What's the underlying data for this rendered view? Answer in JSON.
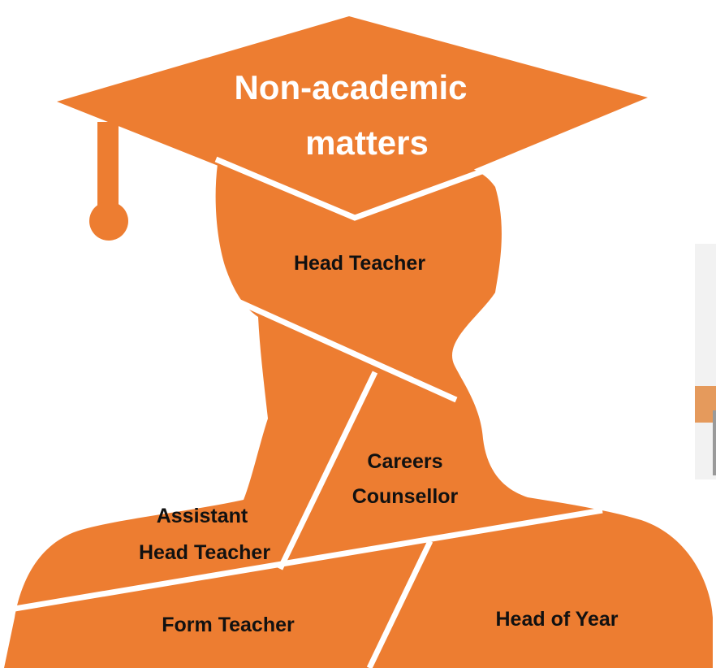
{
  "title": {
    "line1": "Non-academic",
    "line2": "matters"
  },
  "roles": {
    "head_teacher": "Head Teacher",
    "careers_counsellor_line1": "Careers",
    "careers_counsellor_line2": "Counsellor",
    "assistant_head_teacher_line1": "Assistant",
    "assistant_head_teacher_line2": "Head Teacher",
    "form_teacher": "Form Teacher",
    "head_of_year": "Head of Year"
  },
  "colors": {
    "segment_fill": "#ED7D31",
    "divider": "#FFFFFF",
    "label_text": "#111111",
    "title_text": "#FFFFFF"
  },
  "icons": {
    "cap": "mortarboard-icon",
    "tassel": "tassel-icon",
    "silhouette": "person-silhouette-icon"
  }
}
